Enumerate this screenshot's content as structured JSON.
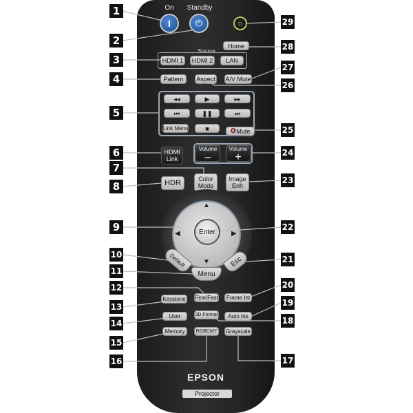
{
  "remote": {
    "brand": "EPSON",
    "product": "Projector",
    "labels": {
      "on": "On",
      "standby": "Standby",
      "source": "Source"
    },
    "power": {
      "on_symbol": "I",
      "standby_symbol": "⏻",
      "light_symbol": "☼"
    },
    "source_buttons": [
      "HDMI 1",
      "HDMI 2",
      "LAN"
    ],
    "pattern": "Pattern",
    "aspect": "Aspect",
    "av_mute": "A/V Mute",
    "home": "Home",
    "media_controls": [
      "◂◂",
      "▶",
      "▸▸",
      "⏮",
      "❚❚",
      "⏭"
    ],
    "link_menu": "Link Menu",
    "stop": "■",
    "mute": "Mute",
    "mute_icon": "🔇",
    "hdmi_link": [
      "HDMI",
      "Link"
    ],
    "volume_down": {
      "label": "Volume",
      "symbol": "–"
    },
    "volume_up": {
      "label": "Volume",
      "symbol": "+"
    },
    "color_mode": [
      "Color",
      "Mode"
    ],
    "hdr": "HDR",
    "image_enh": [
      "Image",
      "Enh"
    ],
    "dpad": {
      "up": "▲",
      "down": "▼",
      "left": "◀",
      "right": "▶",
      "enter": "Enter"
    },
    "default": "Default",
    "menu": "Menu",
    "esc": "Esc",
    "fine_fast": "Fine/Fast",
    "keystone": "Keystone",
    "frame_int": "Frame Int",
    "user": "User",
    "format_3d": "3D Format",
    "auto_iris": "Auto Iris",
    "memory": "Memory",
    "rgbcmy": "RGBCMY",
    "grayscale": "Grayscale"
  },
  "callouts": {
    "left": [
      "1",
      "2",
      "3",
      "4",
      "5",
      "6",
      "7",
      "8",
      "9",
      "10",
      "11",
      "12",
      "13",
      "14",
      "15",
      "16"
    ],
    "right": [
      "29",
      "28",
      "27",
      "26",
      "25",
      "24",
      "23",
      "22",
      "21",
      "20",
      "19",
      "18",
      "17"
    ]
  }
}
